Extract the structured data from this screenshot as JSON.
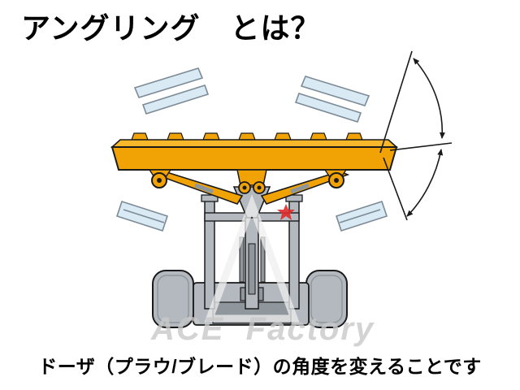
{
  "title": "アングリング　とは？",
  "caption": "ドーザ（プラウ/ブレード）の角度を変えることです",
  "watermark": {
    "brand": "ACE  Factory"
  },
  "colors": {
    "blade-orange": "#F1A306",
    "blade-orange-light": "#F9B82A",
    "blade-orange-dark": "#C87F00",
    "ghost-blue": "#D9EAF4",
    "ghost-outline": "#7C8B96",
    "machine-gray": "#B3B9BE",
    "machine-gray-dark": "#8F979D",
    "line": "#1A1A1A",
    "watermark-gray": "#C9C9C9",
    "watermark-triangle": "#EFEFEF",
    "star-red": "#DD2A2A",
    "bg": "#FFFFFF"
  }
}
